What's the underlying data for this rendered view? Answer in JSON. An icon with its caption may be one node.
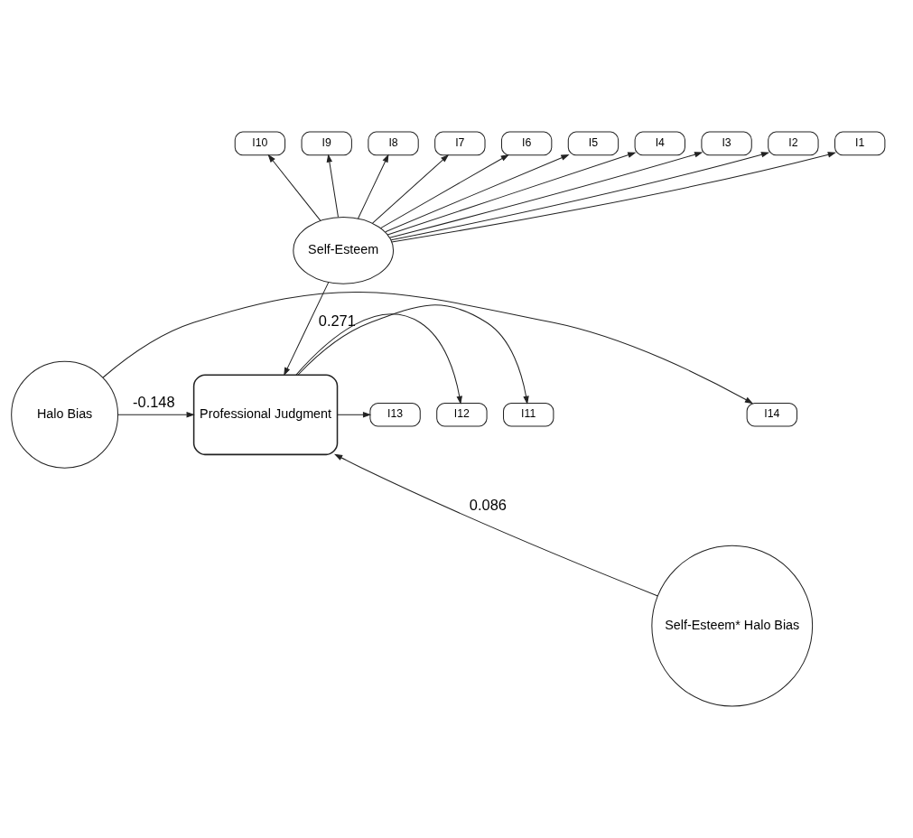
{
  "diagram": {
    "nodes": [
      {
        "text": [
          "I10"
        ]
      },
      {
        "text": [
          "I9"
        ]
      },
      {
        "text": [
          "I8"
        ]
      },
      {
        "text": [
          "I7"
        ]
      },
      {
        "text": [
          "I6"
        ]
      },
      {
        "text": [
          "I5"
        ]
      },
      {
        "text": [
          "I4"
        ]
      },
      {
        "text": [
          "I3"
        ]
      },
      {
        "text": [
          "I2"
        ]
      },
      {
        "text": [
          "I1"
        ]
      },
      {
        "text": [
          "Self-Esteem"
        ]
      },
      {
        "text": [
          "I14"
        ]
      },
      {
        "text": [
          "Halo Bias"
        ]
      },
      {
        "text": [
          "Professional Judgment"
        ]
      },
      {
        "text": [
          "I11"
        ]
      },
      {
        "text": [
          "I12"
        ]
      },
      {
        "text": [
          "I13"
        ]
      },
      {
        "text": [
          "Self-Esteem* Halo Bias"
        ]
      }
    ],
    "edges": [
      {
        "from": 10,
        "to": 0,
        "arrow": "to"
      },
      {
        "from": 10,
        "to": 1,
        "arrow": "to"
      },
      {
        "from": 10,
        "to": 2,
        "arrow": "to"
      },
      {
        "from": 10,
        "to": 3,
        "arrow": "to"
      },
      {
        "from": 10,
        "to": 4,
        "arrow": "to"
      },
      {
        "from": 10,
        "to": 5,
        "arrow": "to"
      },
      {
        "from": 10,
        "to": 6,
        "arrow": "to"
      },
      {
        "from": 10,
        "to": 7,
        "arrow": "to"
      },
      {
        "from": 10,
        "to": 8,
        "arrow": "to"
      },
      {
        "from": 10,
        "to": 9,
        "arrow": "to"
      },
      {
        "from": 10,
        "to": 13,
        "arrow": "to",
        "label": "0.271"
      },
      {
        "from": 12,
        "to": 13,
        "arrow": "to",
        "label": "-0.148"
      },
      {
        "from": 12,
        "to": 11,
        "arrow": "to"
      },
      {
        "from": 13,
        "to": 14,
        "arrow": "to"
      },
      {
        "from": 13,
        "to": 15,
        "arrow": "to"
      },
      {
        "from": 13,
        "to": 16,
        "arrow": "to"
      },
      {
        "from": 17,
        "to": 13,
        "arrow": "to",
        "label": "0.086"
      }
    ]
  }
}
